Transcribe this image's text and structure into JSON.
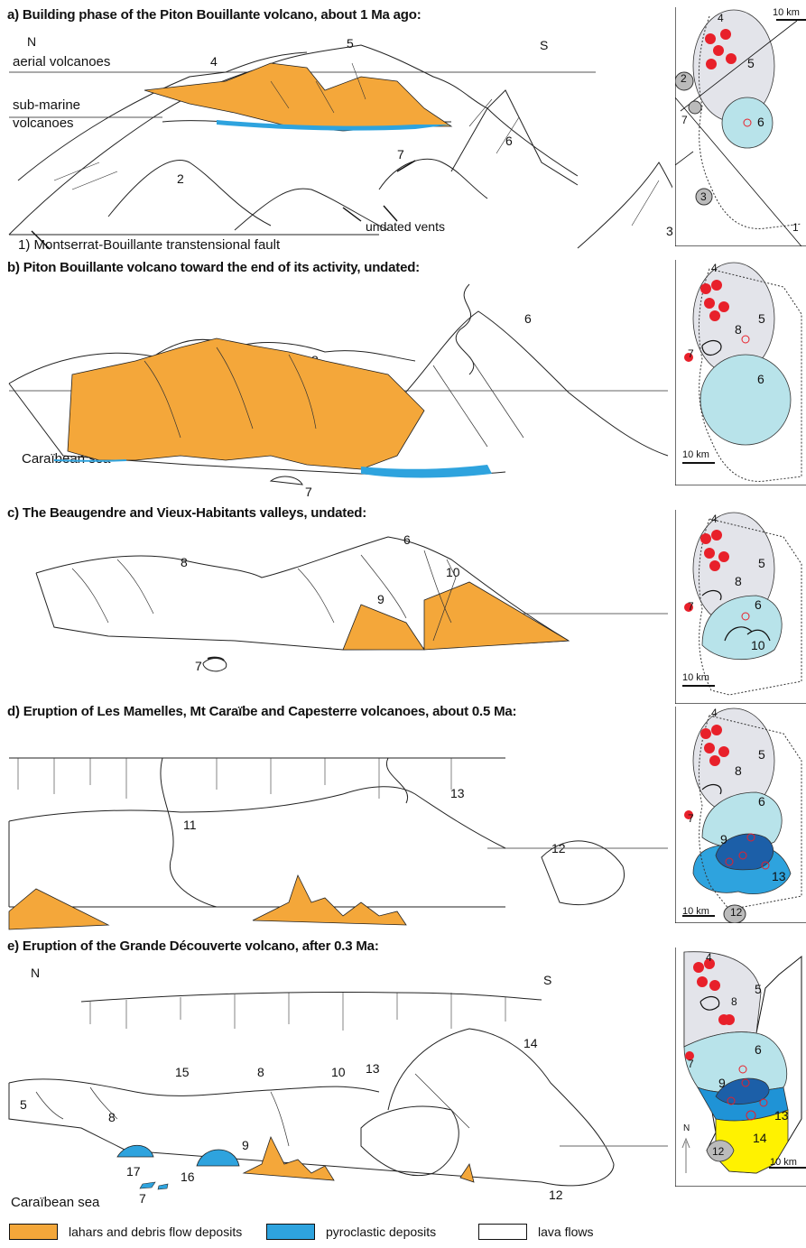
{
  "panels": {
    "a": {
      "title": "a) Building phase of the Piton Bouillante volcano, about 1 Ma ago:",
      "north": "N",
      "south": "S",
      "aerial": "aerial volcanoes",
      "submarine": "sub-marine volcanoes",
      "fault_label": "1) Montserrat-Bouillante transtensional fault",
      "vents_label": "undated vents",
      "numbers": {
        "n2": "2",
        "n3": "3",
        "n4": "4",
        "n5": "5",
        "n6": "6",
        "n7": "7"
      },
      "inset": {
        "scale": "10 km",
        "n1": "1",
        "n2": "2",
        "n3": "3",
        "n4": "4",
        "n5": "5",
        "n6": "6",
        "n7": "7"
      }
    },
    "b": {
      "title": "b) Piton Bouillante volcano toward the end of its activity, undated:",
      "sea": "Caraïbean sea",
      "numbers": {
        "n6": "6",
        "n7": "7",
        "n8": "8"
      },
      "inset": {
        "scale": "10 km",
        "n4": "4",
        "n5": "5",
        "n6": "6",
        "n7": "7",
        "n8": "8"
      }
    },
    "c": {
      "title": "c) The Beaugendre and Vieux-Habitants valleys, undated:",
      "numbers": {
        "n6": "6",
        "n7": "7",
        "n8": "8",
        "n9": "9",
        "n10": "10"
      },
      "inset": {
        "scale": "10 km",
        "n4": "4",
        "n5": "5",
        "n6": "6",
        "n7": "7",
        "n8": "8",
        "n10": "10"
      }
    },
    "d": {
      "title": "d) Eruption of Les Mamelles, Mt Caraïbe and Capesterre volcanoes, about 0.5 Ma:",
      "numbers": {
        "n11": "11",
        "n12": "12",
        "n13": "13"
      },
      "inset": {
        "scale": "10 km",
        "n4": "4",
        "n5": "5",
        "n6": "6",
        "n7": "7",
        "n8": "8",
        "n9": "9",
        "n12": "12",
        "n13": "13"
      }
    },
    "e": {
      "title": "e) Eruption of the Grande Découverte volcano, after 0.3 Ma:",
      "north": "N",
      "south": "S",
      "sea": "Caraïbean sea",
      "numbers": {
        "n5": "5",
        "n7": "7",
        "n8a": "8",
        "n8b": "8",
        "n9": "9",
        "n10": "10",
        "n12": "12",
        "n13": "13",
        "n14": "14",
        "n15": "15",
        "n16": "16",
        "n17": "17"
      },
      "inset": {
        "scale": "10 km",
        "north": "N",
        "n4": "4",
        "n5": "5",
        "n6": "6",
        "n7": "7",
        "n8": "8",
        "n9": "9",
        "n12": "12",
        "n13": "13",
        "n14": "14"
      }
    }
  },
  "legend": [
    {
      "label": "lahars and debris flow deposits",
      "color": "#f4a73a"
    },
    {
      "label": "pyroclastic deposits",
      "color": "#2ea3de"
    },
    {
      "label": "lava flows",
      "color": "#ffffff"
    }
  ],
  "colors": {
    "orange": "#f4a73a",
    "blue": "#2ea3de",
    "lightblue": "#b8e3ea",
    "grey": "#e3e4ea",
    "yellow": "#fff200",
    "midblue": "#1f93d6",
    "darkblue": "#1c5fa8",
    "red": "#e8202a"
  }
}
